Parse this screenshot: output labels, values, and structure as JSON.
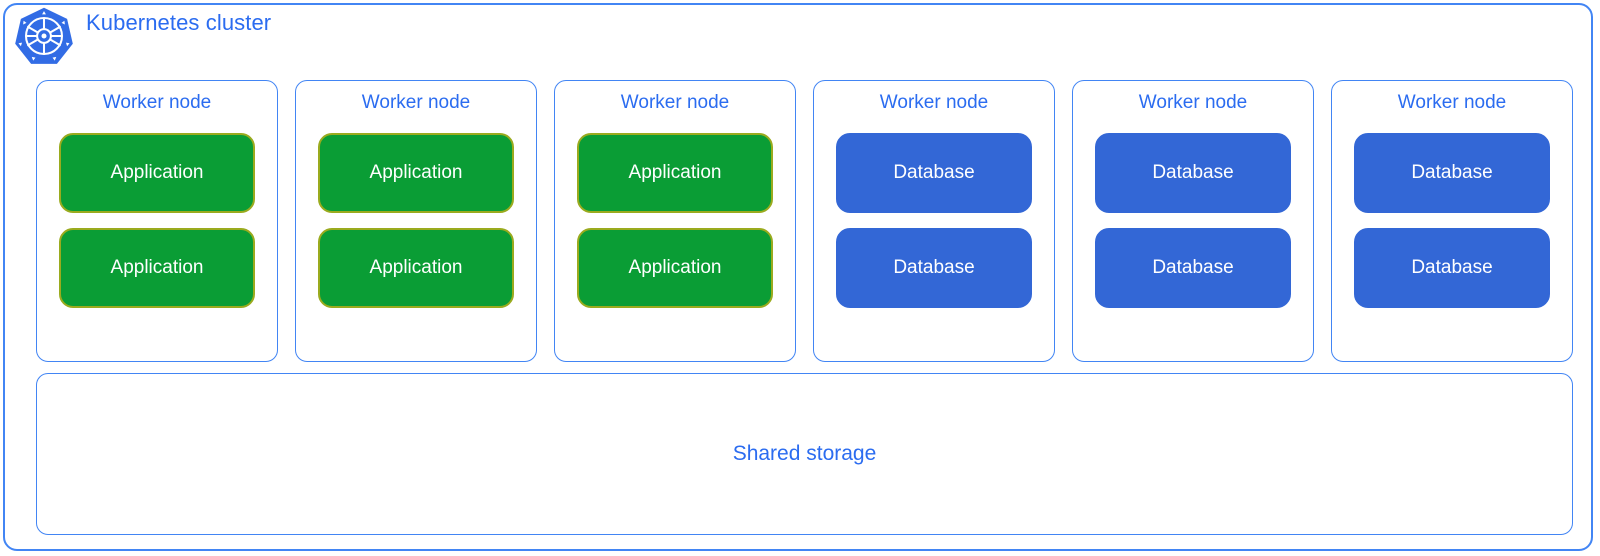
{
  "cluster": {
    "title": "Kubernetes cluster",
    "logo_icon": "kubernetes-helm-wheel-icon",
    "border_color": "#4285f4",
    "title_color": "#2b6cf0"
  },
  "colors": {
    "accent_blue": "#4285f4",
    "text_blue": "#2b6cf0",
    "app_fill": "#0a9d35",
    "app_stroke": "#9aab1e",
    "db_fill": "#3367d6",
    "pod_text": "#ffffff",
    "background": "#ffffff"
  },
  "nodes": [
    {
      "label": "Worker node",
      "pods": [
        {
          "label": "Application",
          "kind": "app"
        },
        {
          "label": "Application",
          "kind": "app"
        }
      ]
    },
    {
      "label": "Worker node",
      "pods": [
        {
          "label": "Application",
          "kind": "app"
        },
        {
          "label": "Application",
          "kind": "app"
        }
      ]
    },
    {
      "label": "Worker node",
      "pods": [
        {
          "label": "Application",
          "kind": "app"
        },
        {
          "label": "Application",
          "kind": "app"
        }
      ]
    },
    {
      "label": "Worker node",
      "pods": [
        {
          "label": "Database",
          "kind": "db"
        },
        {
          "label": "Database",
          "kind": "db"
        }
      ]
    },
    {
      "label": "Worker node",
      "pods": [
        {
          "label": "Database",
          "kind": "db"
        },
        {
          "label": "Database",
          "kind": "db"
        }
      ]
    },
    {
      "label": "Worker node",
      "pods": [
        {
          "label": "Database",
          "kind": "db"
        },
        {
          "label": "Database",
          "kind": "db"
        }
      ]
    }
  ],
  "storage": {
    "label": "Shared storage"
  }
}
